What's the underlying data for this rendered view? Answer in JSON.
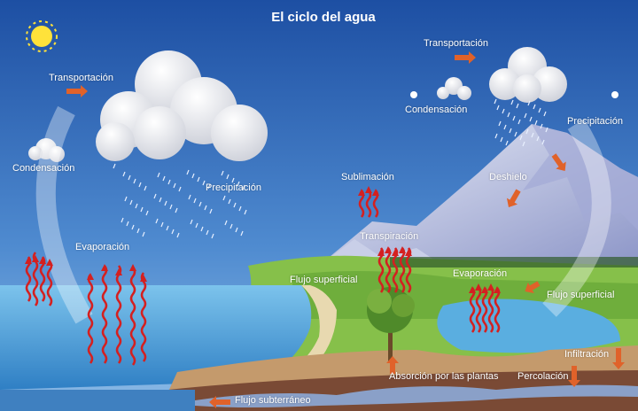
{
  "title": "El ciclo del agua",
  "labels": {
    "transport_left": "Transportación",
    "condensation_left": "Condensación",
    "precipitation_left": "Precipitación",
    "evaporation_sea": "Evaporación",
    "transport_right": "Transportación",
    "condensation_right": "Condensación",
    "precipitation_right": "Precipitación",
    "sublimation": "Sublimación",
    "snowmelt": "Deshielo",
    "transpiration": "Transpiración",
    "runoff_left": "Flujo superficial",
    "evaporation_lake": "Evaporación",
    "runoff_right": "Flujo superficial",
    "infiltration": "Infiltración",
    "plant_uptake": "Absorción por las plantas",
    "percolation": "Percolación",
    "groundwater_flow": "Flujo subterráneo"
  },
  "colors": {
    "sky_top": "#1d4fa3",
    "sky_bottom": "#6fa6dc",
    "sea": "#5aaee0",
    "arrow_red": "#d42020",
    "arrow_orange": "#e0622a"
  }
}
